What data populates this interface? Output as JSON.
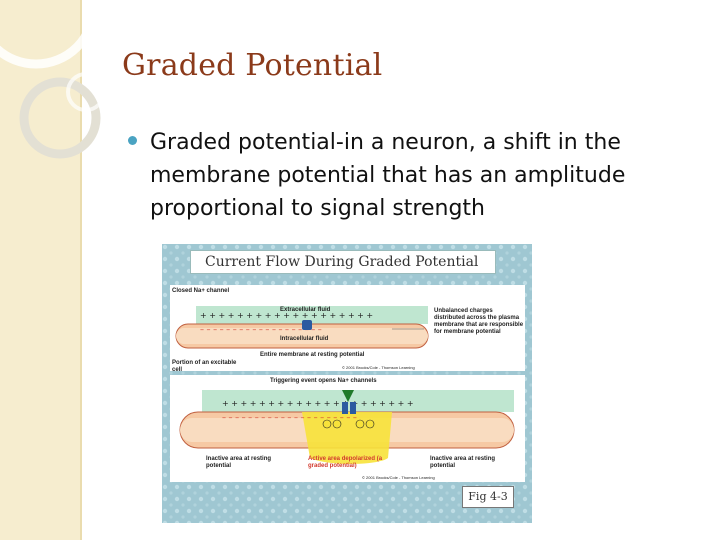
{
  "slide": {
    "title": "Graded Potential",
    "bullet": "Graded potential-in a neuron, a shift in the membrane potential that has an amplitude proportional to signal strength"
  },
  "figure": {
    "title": "Current Flow During Graded Potential",
    "tag": "Fig 4-3",
    "top_panel": {
      "closed_channel": "Closed Na+ channel",
      "extracellular": "Extracellular fluid",
      "intracellular": "Intracellular fluid",
      "resting": "Entire membrane at resting potential",
      "unbalanced": "Unbalanced charges distributed across the plasma membrane that are responsible for membrane potential",
      "portion": "Portion of an excitable cell",
      "copyright": "© 2001 Brooks/Cole - Thomson Learning"
    },
    "bottom_panel": {
      "trigger": "Triggering event opens Na+ channels",
      "inactive_left": "Inactive area at resting potential",
      "active": "Active area depolarized (a graded potential)",
      "inactive_right": "Inactive area at resting potential",
      "copyright": "© 2001 Brooks/Cole - Thomson Learning"
    }
  },
  "colors": {
    "title": "#8b3a1a",
    "bullet": "#4aa3c2",
    "strip": "#f6edcf",
    "membrane": "#f6c9a4",
    "active": "#f7e23a",
    "negative": "#d23a2e",
    "channel": "#2b5aa0"
  }
}
